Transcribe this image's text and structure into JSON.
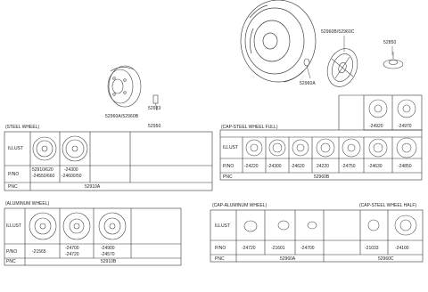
{
  "parts": {
    "steel_wheel_part": "52960A/52960B",
    "valve_1": "52933",
    "valve_2": "52950",
    "spare_cover": "52960B/52960C",
    "cap_small": "52960A",
    "lug_nut": "52850"
  },
  "steel_wheel": {
    "title": "(STEEL WHEEL)",
    "row_illust": "ILLUST",
    "row_pno": "P/NO",
    "row_pnc": "PNC",
    "col1_pno": [
      "52910/620",
      "-24550/660"
    ],
    "col2_pno": [
      "-24300",
      "-24600/50"
    ],
    "pnc": "52910A"
  },
  "cap_steel_full": {
    "title": "(CAP-STEEL WHEEL FULL)",
    "row_illust": "ILLUST",
    "row_pno": "P/NO",
    "row_pnc": "PNC",
    "pnos": [
      "-24220",
      "-24300",
      "-24620",
      "24220",
      "-24750",
      "-24630",
      "-24850"
    ],
    "top_pnos": [
      "-24920",
      "-24970"
    ],
    "pnc": "52960B"
  },
  "aluminum_wheel": {
    "title": "(ALUMINUM WHEEL)",
    "row_illust": "ILLUST",
    "row_pno": "P/NO",
    "row_pnc": "PNC",
    "col1_pno": [
      "-21565"
    ],
    "col2_pno": [
      "-24700",
      "-24720"
    ],
    "col3_pno": [
      "-24900",
      "-24570"
    ],
    "pnc": "52910B"
  },
  "cap_aluminum": {
    "title": "(CAP-ALUMINUM WHEEL)",
    "title_right": "(CAP-STEEL WHEEL HALF)",
    "row_illust": "ILLUST",
    "row_pno": "P/NO",
    "row_pnc": "PNC",
    "pnos": [
      "-24720",
      "-21601",
      "-24700",
      "-21033",
      "-24100"
    ],
    "pnc_left": "52960A",
    "pnc_right": "52960C"
  }
}
